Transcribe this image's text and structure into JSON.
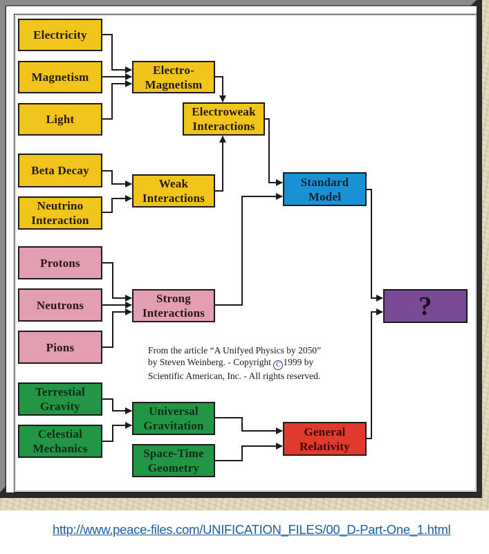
{
  "diagram": {
    "title": "Unification of physics forces",
    "nodes": [
      {
        "id": "electricity",
        "label": "Electricity",
        "color": "yellow"
      },
      {
        "id": "magnetism",
        "label": "Magnetism",
        "color": "yellow"
      },
      {
        "id": "light",
        "label": "Light",
        "color": "yellow"
      },
      {
        "id": "electromagnetism",
        "label": "Electro-\nMagnetism",
        "color": "yellow"
      },
      {
        "id": "electroweak",
        "label": "Electroweak\nInteractions",
        "color": "yellow"
      },
      {
        "id": "beta_decay",
        "label": "Beta Decay",
        "color": "yellow"
      },
      {
        "id": "neutrino",
        "label": "Neutrino\nInteraction",
        "color": "yellow"
      },
      {
        "id": "weak",
        "label": "Weak\nInteractions",
        "color": "yellow"
      },
      {
        "id": "standard_model",
        "label": "Standard\nModel",
        "color": "blue"
      },
      {
        "id": "protons",
        "label": "Protons",
        "color": "pink"
      },
      {
        "id": "neutrons",
        "label": "Neutrons",
        "color": "pink"
      },
      {
        "id": "pions",
        "label": "Pions",
        "color": "pink"
      },
      {
        "id": "strong",
        "label": "Strong\nInteractions",
        "color": "pink"
      },
      {
        "id": "unknown",
        "label": "?",
        "color": "purple"
      },
      {
        "id": "terrestial",
        "label": "Terrestial\nGravity",
        "color": "green"
      },
      {
        "id": "celestial",
        "label": "Celestial\nMechanics",
        "color": "green"
      },
      {
        "id": "universal",
        "label": "Universal\nGravitation",
        "color": "green"
      },
      {
        "id": "spacetime",
        "label": "Space-Time\nGeometry",
        "color": "green"
      },
      {
        "id": "general_relativity",
        "label": "General\nRelativity",
        "color": "red"
      }
    ],
    "edges": [
      [
        "electricity",
        "electromagnetism"
      ],
      [
        "magnetism",
        "electromagnetism"
      ],
      [
        "light",
        "electromagnetism"
      ],
      [
        "electromagnetism",
        "electroweak"
      ],
      [
        "beta_decay",
        "weak"
      ],
      [
        "neutrino",
        "weak"
      ],
      [
        "weak",
        "electroweak"
      ],
      [
        "electroweak",
        "standard_model"
      ],
      [
        "protons",
        "strong"
      ],
      [
        "neutrons",
        "strong"
      ],
      [
        "pions",
        "strong"
      ],
      [
        "strong",
        "standard_model"
      ],
      [
        "standard_model",
        "unknown"
      ],
      [
        "terrestial",
        "universal"
      ],
      [
        "celestial",
        "universal"
      ],
      [
        "universal",
        "general_relativity"
      ],
      [
        "spacetime",
        "general_relativity"
      ],
      [
        "general_relativity",
        "unknown"
      ]
    ],
    "colors": {
      "yellow": "#f0c418",
      "pink": "#e29fb1",
      "green": "#239646",
      "blue": "#1a91d5",
      "red": "#e03a2e",
      "purple": "#7a4a94"
    },
    "credit": {
      "line1": "From the article “A Unifyed Physics by 2050”",
      "line2_pre": "by Steven Weinberg. - Copyright ",
      "copyright_symbol": "C",
      "line2_post": "1999 by",
      "line3": "Scientific American, Inc. - All rights reserved."
    }
  },
  "source_link": {
    "text": "http://www.peace-files.com/UNIFICATION_FILES/00_D-Part-One_1.html"
  }
}
